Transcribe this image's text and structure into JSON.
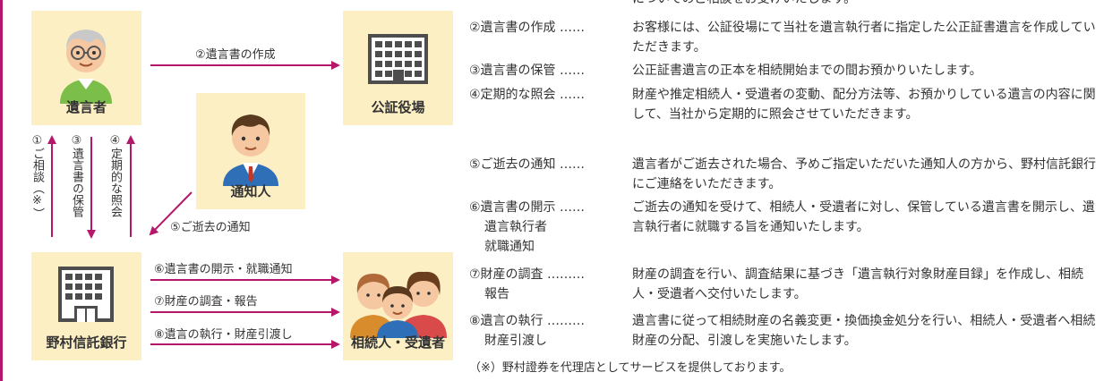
{
  "colors": {
    "accent": "#b5176a",
    "box_bg": "#fcefc4",
    "arrow": "#b5176a"
  },
  "nodes": {
    "testator": {
      "label": "遺言者",
      "icon": "elderly-man-icon"
    },
    "notary": {
      "label": "公証役場",
      "icon": "office-building-icon"
    },
    "notifier": {
      "label": "通知人",
      "icon": "businessman-icon"
    },
    "bank": {
      "label": "野村信託銀行",
      "icon": "bank-building-icon"
    },
    "heirs": {
      "label": "相続人・受遺者",
      "icon": "family-icon"
    }
  },
  "arrows": {
    "a2": "②遺言書の作成",
    "a1": "①ご相談（※）",
    "a3": "③遺言書の保管",
    "a4": "④定期的な照会",
    "a5": "⑤ご逝去の通知",
    "a6": "⑥遺言書の開示・就職通知",
    "a7": "⑦財産の調査・報告",
    "a8": "⑧遺言の執行・財産引渡し"
  },
  "steps": {
    "s1_desc_tail": "についてのご相談をお受けいたします。",
    "s2": {
      "title": "②遺言書の作成",
      "dots": "……",
      "desc": "お客様には、公証役場にて当社を遺言執行者に指定した公正証書遺言を作成していただきます。"
    },
    "s3": {
      "title": "③遺言書の保管",
      "dots": "……",
      "desc": "公正証書遺言の正本を相続開始までの間お預かりいたします。"
    },
    "s4": {
      "title": "④定期的な照会",
      "dots": "……",
      "desc": "財産や推定相続人・受遺者の変動、配分方法等、お預かりしている遺言の内容に関して、当社から定期的に照会させていただきます。"
    },
    "s5": {
      "title": "⑤ご逝去の通知",
      "dots": "……",
      "desc": "遺言者がご逝去された場合、予めご指定いただいた通知人の方から、野村信託銀行にご連絡をいただきます。"
    },
    "s6": {
      "title": "⑥遺言書の開示",
      "sub1": "遺言執行者",
      "sub2": "就職通知",
      "dots": "……",
      "desc": "ご逝去の通知を受けて、相続人・受遺者に対し、保管している遺言書を開示し、遺言執行者に就職する旨を通知いたします。"
    },
    "s7": {
      "title": "⑦財産の調査",
      "sub1": "報告",
      "dots": "………",
      "desc": "財産の調査を行い、調査結果に基づき「遺言執行対象財産目録」を作成し、相続人・受遺者へ交付いたします。"
    },
    "s8": {
      "title": "⑧遺言の執行",
      "sub1": "財産引渡し",
      "dots": "………",
      "desc": "遺言書に従って相続財産の名義変更・換価換金処分を行い、相続人・受遺者へ相続財産の分配、引渡しを実施いたします。"
    }
  },
  "footnote": "（※）野村證券を代理店としてサービスを提供しております。"
}
